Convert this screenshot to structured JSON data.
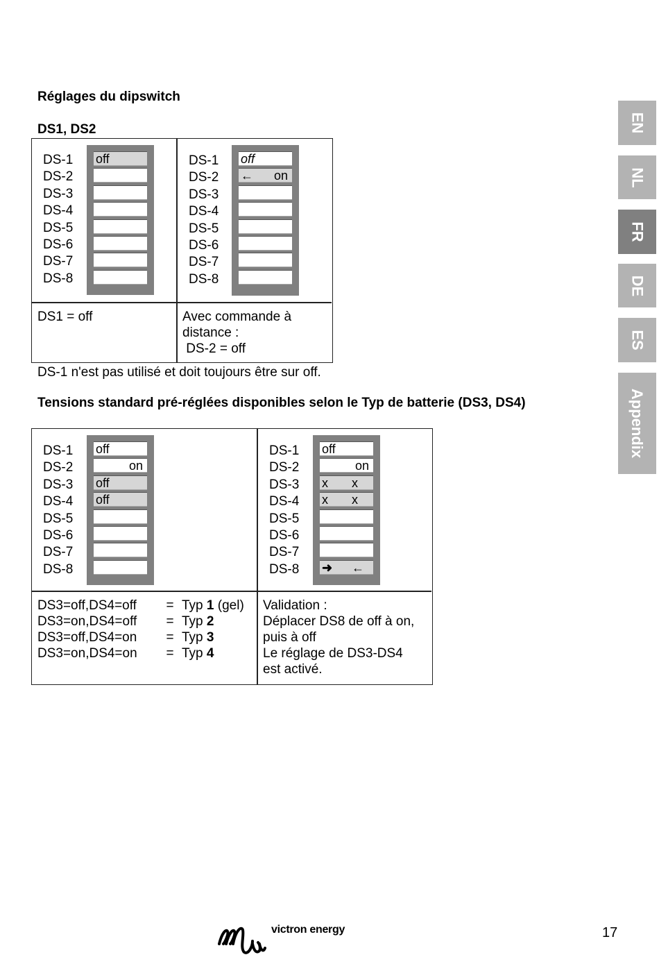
{
  "title": "Réglages du dipswitch",
  "section1": {
    "heading": "DS1, DS2",
    "left": {
      "labels": [
        "DS-1",
        "DS-2",
        "DS-3",
        "DS-4",
        "DS-5",
        "DS-6",
        "DS-7",
        "DS-8"
      ],
      "slot1": "off",
      "desc": "DS1 = off"
    },
    "right": {
      "labels": [
        "DS-1",
        "DS-2",
        "DS-3",
        "DS-4",
        "DS-5",
        "DS-6",
        "DS-7",
        "DS-8"
      ],
      "slot1": "off",
      "slot2_arrow": "←",
      "slot2": "on",
      "desc": [
        "Avec commande à",
        "distance :",
        " DS-2 = off"
      ]
    },
    "note": "DS-1 n'est pas utilisé et doit toujours être sur off."
  },
  "section2": {
    "heading": "Tensions standard pré-réglées disponibles selon le Typ de batterie (DS3, DS4)",
    "left": {
      "labels": [
        "DS-1",
        "DS-2",
        "DS-3",
        "DS-4",
        "DS-5",
        "DS-6",
        "DS-7",
        "DS-8"
      ],
      "slot1": "off",
      "slot2": "on",
      "slot3": "off",
      "slot4": "off",
      "rows": [
        {
          "cond": "DS3=off,DS4=off",
          "eq": "=",
          "typ": "Typ",
          "num": "1",
          "extra": " (gel)"
        },
        {
          "cond": "DS3=on,DS4=off",
          "eq": "=",
          "typ": "Typ",
          "num": "2",
          "extra": ""
        },
        {
          "cond": "DS3=off,DS4=on",
          "eq": "=",
          "typ": "Typ",
          "num": "3",
          "extra": ""
        },
        {
          "cond": "DS3=on,DS4=on",
          "eq": "=",
          "typ": "Typ",
          "num": "4",
          "extra": ""
        }
      ]
    },
    "right": {
      "labels": [
        "DS-1",
        "DS-2",
        "DS-3",
        "DS-4",
        "DS-5",
        "DS-6",
        "DS-7",
        "DS-8"
      ],
      "slot1": "off",
      "slot2": "on",
      "x": "x",
      "arrow_right": "➜",
      "arrow_left": "←",
      "desc": [
        "Validation :",
        "Déplacer DS8 de off à on,",
        "puis à off",
        "Le réglage de DS3-DS4",
        "est activé."
      ]
    }
  },
  "tabs": [
    {
      "label": "EN",
      "active": false
    },
    {
      "label": "NL",
      "active": false
    },
    {
      "label": "FR",
      "active": true
    },
    {
      "label": "DE",
      "active": false
    },
    {
      "label": "ES",
      "active": false
    },
    {
      "label": "Appendix",
      "active": false
    }
  ],
  "footer": {
    "brand": "victron energy",
    "page": "17"
  }
}
